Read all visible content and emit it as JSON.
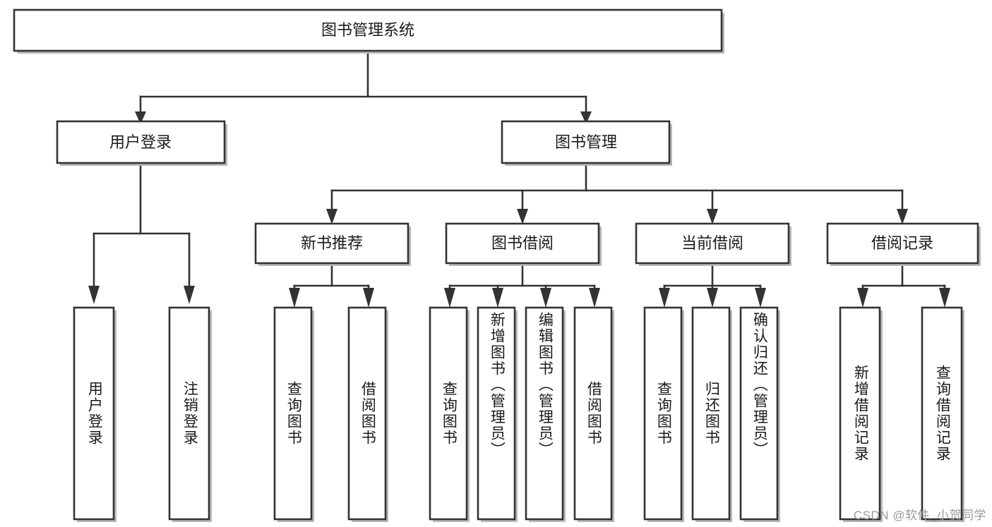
{
  "diagram": {
    "type": "tree",
    "title": "图书管理系统",
    "root": {
      "id": "root",
      "label": "图书管理系统"
    },
    "level2": [
      {
        "id": "user-login",
        "label": "用户登录"
      },
      {
        "id": "book-manage",
        "label": "图书管理"
      }
    ],
    "level3": [
      {
        "id": "new-book-recommend",
        "label": "新书推荐",
        "parent": "book-manage"
      },
      {
        "id": "book-borrow",
        "label": "图书借阅",
        "parent": "book-manage"
      },
      {
        "id": "current-borrow",
        "label": "当前借阅",
        "parent": "book-manage"
      },
      {
        "id": "borrow-record",
        "label": "借阅记录",
        "parent": "book-manage"
      }
    ],
    "leaves": [
      {
        "id": "leaf-user-login",
        "label": "用户登录",
        "parent": "user-login"
      },
      {
        "id": "leaf-logout",
        "label": "注销登录",
        "parent": "user-login"
      },
      {
        "id": "leaf-query-book-1",
        "label": "查询图书",
        "parent": "new-book-recommend"
      },
      {
        "id": "leaf-borrow-book-1",
        "label": "借阅图书",
        "parent": "new-book-recommend"
      },
      {
        "id": "leaf-query-book-2",
        "label": "查询图书",
        "parent": "book-borrow"
      },
      {
        "id": "leaf-add-book",
        "label": "新增图书（管理员）",
        "parent": "book-borrow"
      },
      {
        "id": "leaf-edit-book",
        "label": "编辑图书（管理员）",
        "parent": "book-borrow"
      },
      {
        "id": "leaf-borrow-book-2",
        "label": "借阅图书",
        "parent": "book-borrow"
      },
      {
        "id": "leaf-query-book-3",
        "label": "查询图书",
        "parent": "current-borrow"
      },
      {
        "id": "leaf-return-book",
        "label": "归还图书",
        "parent": "current-borrow"
      },
      {
        "id": "leaf-confirm-return",
        "label": "确认归还（管理员）",
        "parent": "current-borrow"
      },
      {
        "id": "leaf-add-record",
        "label": "新增借阅记录",
        "parent": "borrow-record"
      },
      {
        "id": "leaf-query-record",
        "label": "查询借阅记录",
        "parent": "borrow-record"
      }
    ],
    "colors": {
      "stroke": "#333333",
      "fill": "#ffffff",
      "text": "#1a1a1a",
      "shadow": "#b8b8b8",
      "watermark": "#9a9a9a"
    }
  },
  "watermark": {
    "text": "CSDN @软件_小贺同学"
  }
}
